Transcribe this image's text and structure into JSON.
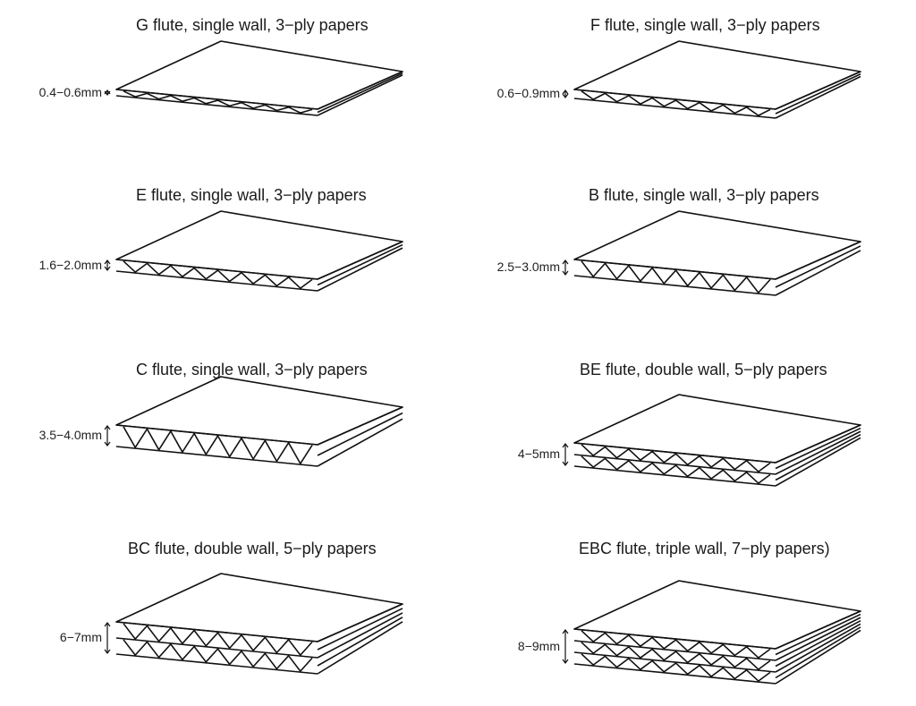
{
  "boards": [
    {
      "id": "g-flute",
      "title": "G flute, single wall, 3−ply papers",
      "thickness": "0.4−0.6mm",
      "walls": 1,
      "flute": "tiny"
    },
    {
      "id": "f-flute",
      "title": "F flute, single wall, 3−ply papers",
      "thickness": "0.6−0.9mm",
      "walls": 1,
      "flute": "small"
    },
    {
      "id": "e-flute",
      "title": "E flute, single wall, 3−ply papers",
      "thickness": "1.6−2.0mm",
      "walls": 1,
      "flute": "medium"
    },
    {
      "id": "b-flute",
      "title": "B flute, single wall, 3−ply papers",
      "thickness": "2.5−3.0mm",
      "walls": 1,
      "flute": "large"
    },
    {
      "id": "c-flute",
      "title": "C flute, single wall, 3−ply papers",
      "thickness": "3.5−4.0mm",
      "walls": 1,
      "flute": "xlarge"
    },
    {
      "id": "be-flute",
      "title": "BE flute, double wall, 5−ply papers",
      "thickness": "4−5mm",
      "walls": 2,
      "flute": "medium"
    },
    {
      "id": "bc-flute",
      "title": "BC flute, double wall, 5−ply papers",
      "thickness": "6−7mm",
      "walls": 2,
      "flute": "large"
    },
    {
      "id": "ebc-flute",
      "title": "EBC flute, triple wall, 7−ply papers)",
      "thickness": "8−9mm",
      "walls": 3,
      "flute": "medium"
    }
  ]
}
